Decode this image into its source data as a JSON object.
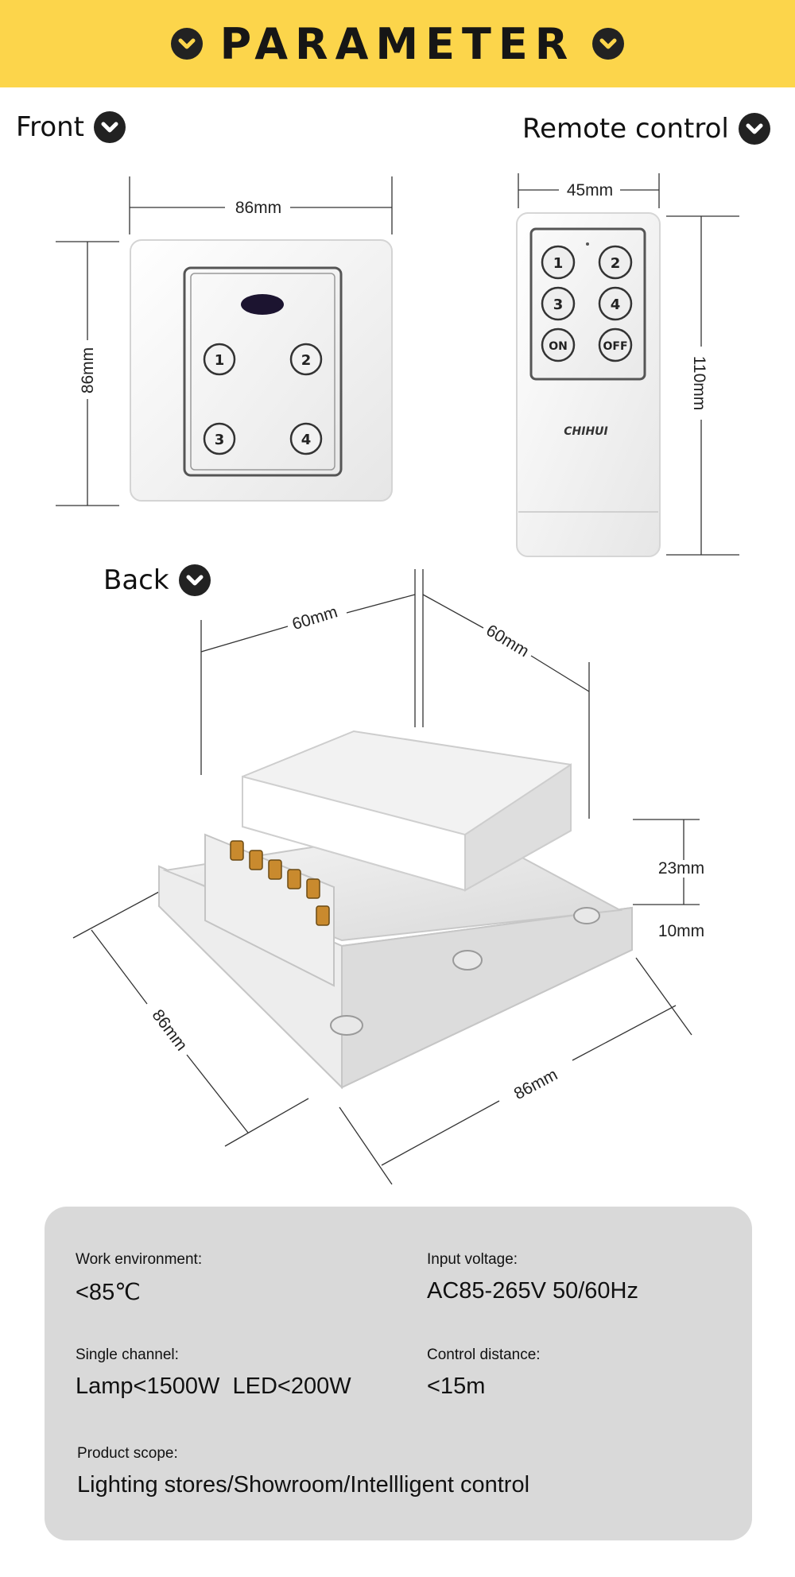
{
  "header": {
    "title": "PARAMETER",
    "icon_left": "chevron-down-icon",
    "icon_right": "chevron-down-icon",
    "bg": "#fcd54b"
  },
  "sections": {
    "front": "Front",
    "remote": "Remote control",
    "back": "Back"
  },
  "front_view": {
    "width_label": "86mm",
    "height_label": "86mm",
    "buttons": [
      "1",
      "2",
      "3",
      "4"
    ]
  },
  "remote_view": {
    "width_label": "45mm",
    "height_label": "110mm",
    "buttons": [
      "1",
      "2",
      "3",
      "4",
      "ON",
      "OFF"
    ],
    "brand": "CHIHUI"
  },
  "back_view": {
    "dims": [
      "60mm",
      "60mm",
      "23mm",
      "10mm",
      "86mm",
      "86mm"
    ]
  },
  "params": {
    "work_env": {
      "label": "Work environment:",
      "value": "<85℃"
    },
    "input_voltage": {
      "label": "Input voltage:",
      "value": "AC85-265V 50/60Hz"
    },
    "single_channel": {
      "label": "Single channel:",
      "value": "Lamp<1500W  LED<200W"
    },
    "control_distance": {
      "label": "Control distance:",
      "value": "<15m"
    },
    "product_scope": {
      "label": "Product scope:",
      "value": "Lighting stores/Showroom/Intellligent control"
    }
  }
}
